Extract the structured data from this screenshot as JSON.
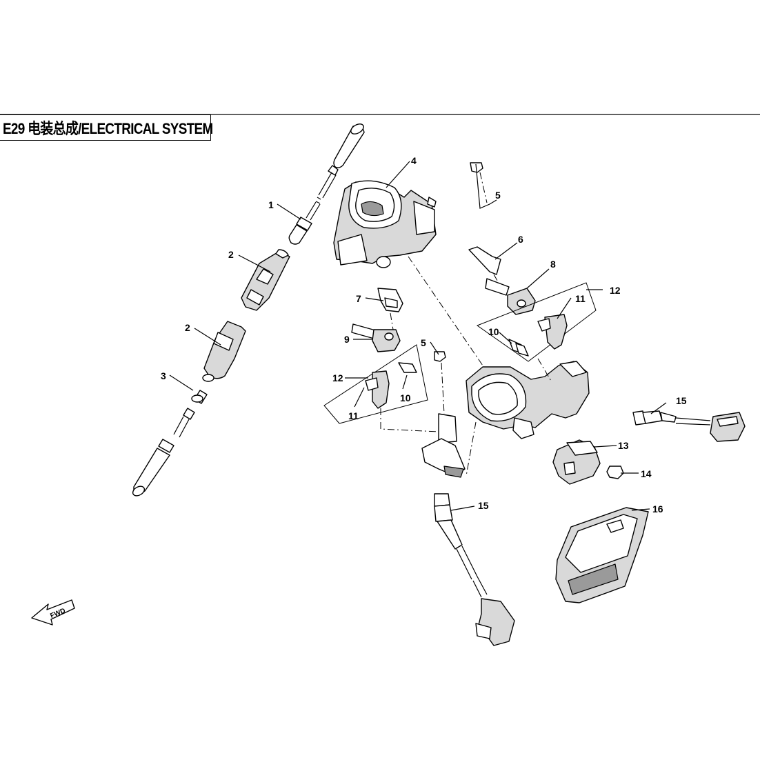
{
  "title": {
    "text": "E29 电装总成/ELECTRICAL SYSTEM"
  },
  "fwd_arrow": {
    "label": "FWD"
  },
  "callouts": {
    "c1": "1",
    "c2a": "2",
    "c2b": "2",
    "c3": "3",
    "c4": "4",
    "c5a": "5",
    "c5b": "5",
    "c6": "6",
    "c7": "7",
    "c8": "8",
    "c9": "9",
    "c10a": "10",
    "c10b": "10",
    "c11a": "11",
    "c11b": "11",
    "c12a": "12",
    "c12b": "12",
    "c13": "13",
    "c14": "14",
    "c15a": "15",
    "c15b": "15",
    "c16": "16"
  }
}
